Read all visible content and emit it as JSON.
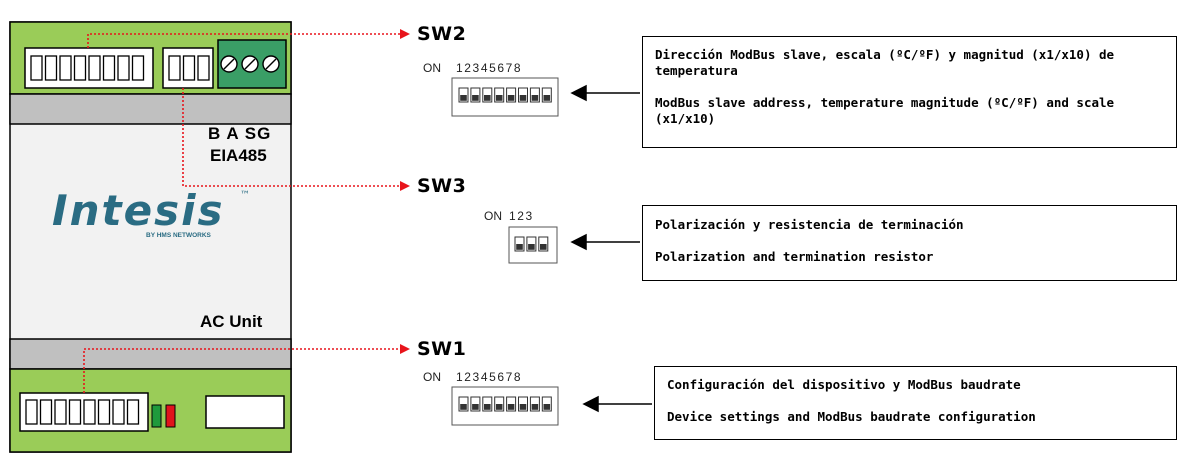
{
  "device": {
    "bus_pins": "B A SG",
    "bus_type": "EIA485",
    "logo": "Intesis",
    "logo_tm": "™",
    "logo_sub": "BY HMS NETWORKS",
    "unit_label": "AC Unit"
  },
  "switches": [
    {
      "id": "SW2",
      "on_label": "ON",
      "positions": "12345678",
      "description_es": "Dirección ModBus slave, escala (ºC/ºF) y magnitud (x1/x10) de temperatura",
      "description_en": "ModBus slave address, temperature magnitude (ºC/ºF) and scale (x1/x10)"
    },
    {
      "id": "SW3",
      "on_label": "ON",
      "positions": "123",
      "description_es": "Polarización y resistencia de terminación",
      "description_en": "Polarization and termination resistor"
    },
    {
      "id": "SW1",
      "on_label": "ON",
      "positions": "12345678",
      "description_es": "Configuración del dispositivo y ModBus baudrate",
      "description_en": "Device settings and ModBus baudrate configuration"
    }
  ],
  "colors": {
    "panel_green": "#9acc58",
    "body_grey": "#f2f2f2",
    "band_grey": "#c0c0c0",
    "terminal_green": "#3a9e66",
    "callout_red": "#e8141b",
    "logo_blue": "#2a6c83",
    "led_green": "#1f9a3c",
    "led_red": "#e0141c"
  }
}
